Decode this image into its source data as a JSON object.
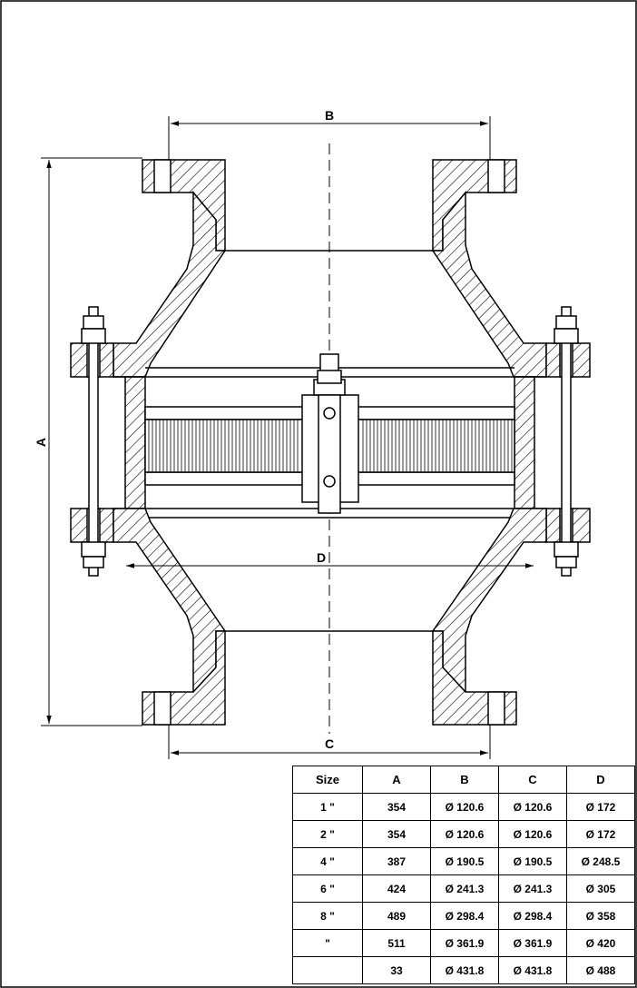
{
  "drawing": {
    "labels": {
      "a": "A",
      "b": "B",
      "c": "C",
      "d": "D"
    }
  },
  "table": {
    "headers": [
      "Size",
      "A",
      "B",
      "C",
      "D"
    ],
    "rows": [
      [
        "1 \"",
        "354",
        "Ø 120.6",
        "Ø 120.6",
        "Ø 172"
      ],
      [
        "2 \"",
        "354",
        "Ø 120.6",
        "Ø 120.6",
        "Ø 172"
      ],
      [
        "4 \"",
        "387",
        "Ø 190.5",
        "Ø 190.5",
        "Ø 248.5"
      ],
      [
        "6 \"",
        "424",
        "Ø 241.3",
        "Ø 241.3",
        "Ø 305"
      ],
      [
        "8 \"",
        "489",
        "Ø 298.4",
        "Ø 298.4",
        "Ø 358"
      ],
      [
        "\"",
        "511",
        "Ø 361.9",
        "Ø 361.9",
        "Ø 420"
      ],
      [
        "",
        "33",
        "Ø 431.8",
        "Ø 431.8",
        "Ø 488"
      ]
    ]
  }
}
